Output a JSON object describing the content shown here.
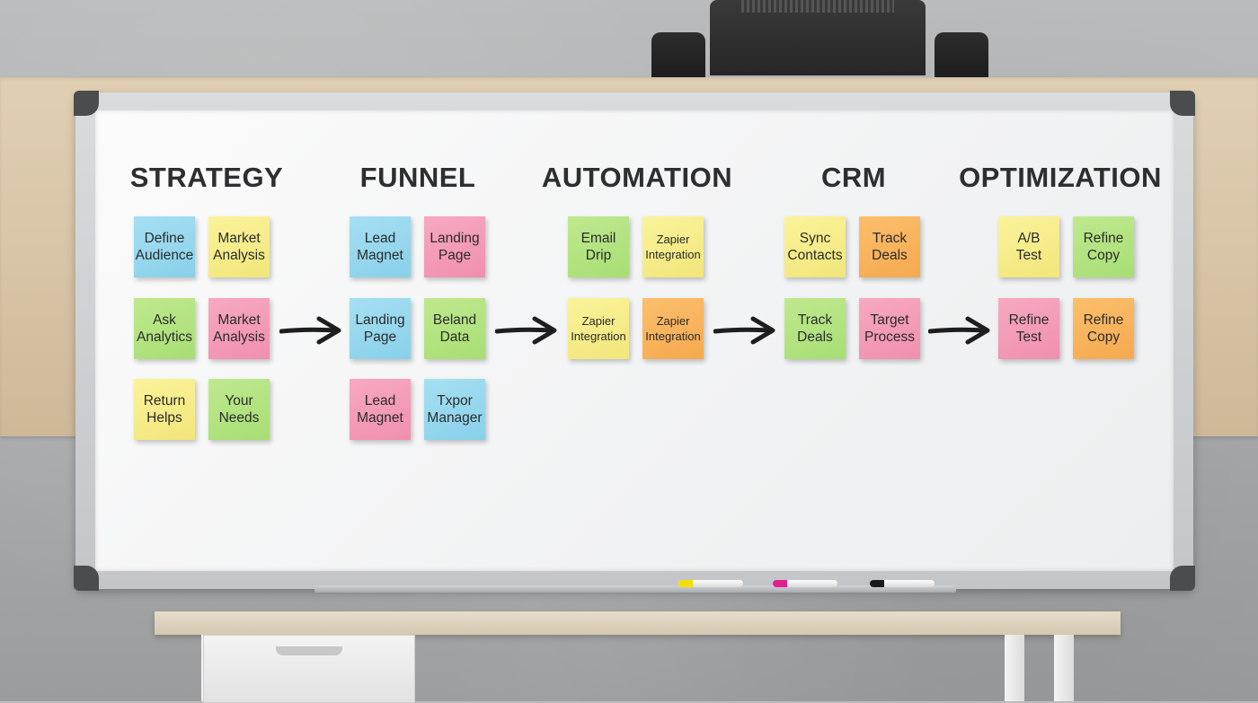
{
  "columns": [
    {
      "title": "STRATEGY",
      "notes": [
        {
          "text": "Define\nAudience",
          "color": "blue"
        },
        {
          "text": "Market\nAnalysis",
          "color": "yellow"
        },
        {
          "text": "Ask\nAnalytics",
          "color": "green"
        },
        {
          "text": "Market\nAnalysis",
          "color": "pink"
        },
        {
          "text": "Return\nHelps",
          "color": "yellow"
        },
        {
          "text": "Your\nNeeds",
          "color": "green"
        }
      ]
    },
    {
      "title": "FUNNEL",
      "notes": [
        {
          "text": "Lead\nMagnet",
          "color": "blue"
        },
        {
          "text": "Landing\nPage",
          "color": "pink"
        },
        {
          "text": "Landing\nPage",
          "color": "blue"
        },
        {
          "text": "Beland\nData",
          "color": "green"
        },
        {
          "text": "Lead\nMagnet",
          "color": "pink"
        },
        {
          "text": "Txpor\nManager",
          "color": "blue"
        }
      ]
    },
    {
      "title": "AUTOMATION",
      "notes": [
        {
          "text": "Email\nDrip",
          "color": "green"
        },
        {
          "text": "Zapier\nIntegration",
          "color": "yellow"
        },
        {
          "text": "Zapier\nIntegration",
          "color": "yellow"
        },
        {
          "text": "Zapier\nIntegration",
          "color": "orange"
        }
      ]
    },
    {
      "title": "CRM",
      "notes": [
        {
          "text": "Sync\nContacts",
          "color": "yellow"
        },
        {
          "text": "Track\nDeals",
          "color": "orange"
        },
        {
          "text": "Track\nDeals",
          "color": "green"
        },
        {
          "text": "Target\nProcess",
          "color": "pink"
        }
      ]
    },
    {
      "title": "OPTIMIZATION",
      "notes": [
        {
          "text": "A/B\nTest",
          "color": "yellow"
        },
        {
          "text": "Refine\nCopy",
          "color": "green"
        },
        {
          "text": "Refine\nTest",
          "color": "pink"
        },
        {
          "text": "Refine\nCopy",
          "color": "orange"
        }
      ]
    }
  ],
  "markers": [
    {
      "name": "yellow-marker",
      "cap_color": "#f4e000"
    },
    {
      "name": "pink-marker",
      "cap_color": "#e0208c"
    },
    {
      "name": "black-marker",
      "cap_color": "#1a1a1a"
    }
  ],
  "arrow_color": "#1e1e1e"
}
